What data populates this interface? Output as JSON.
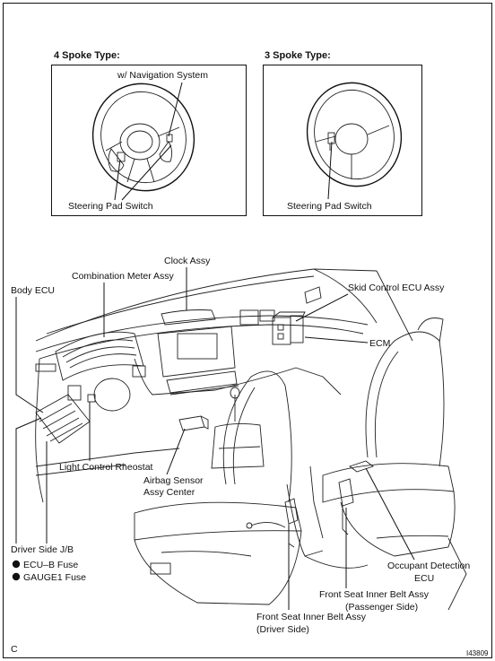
{
  "top_left_panel": {
    "title": "4 Spoke Type:",
    "label_navigation": "w/ Navigation System",
    "label_pad_switch": "Steering Pad Switch"
  },
  "top_right_panel": {
    "title": "3 Spoke Type:",
    "label_pad_switch": "Steering Pad Switch"
  },
  "labels": {
    "clock_assy": "Clock Assy",
    "combination_meter": "Combination Meter Assy",
    "body_ecu": "Body ECU",
    "skid_control": "Skid Control ECU Assy",
    "ecm": "ECM",
    "light_control": "Light Control Rheostat",
    "airbag_sensor_1": "Airbag Sensor",
    "airbag_sensor_2": "Assy Center",
    "driver_jb": "Driver Side J/B",
    "ecu_b_fuse": "ECU–B Fuse",
    "gauge1_fuse": "GAUGE1 Fuse",
    "occupant_1": "Occupant Detection",
    "occupant_2": "ECU",
    "belt_pass_1": "Front Seat Inner Belt Assy",
    "belt_pass_2": "(Passenger Side)",
    "belt_drv_1": "Front Seat Inner Belt Assy",
    "belt_drv_2": "(Driver Side)"
  },
  "footer": {
    "corner_letter": "C",
    "figure_id": "I43809"
  }
}
